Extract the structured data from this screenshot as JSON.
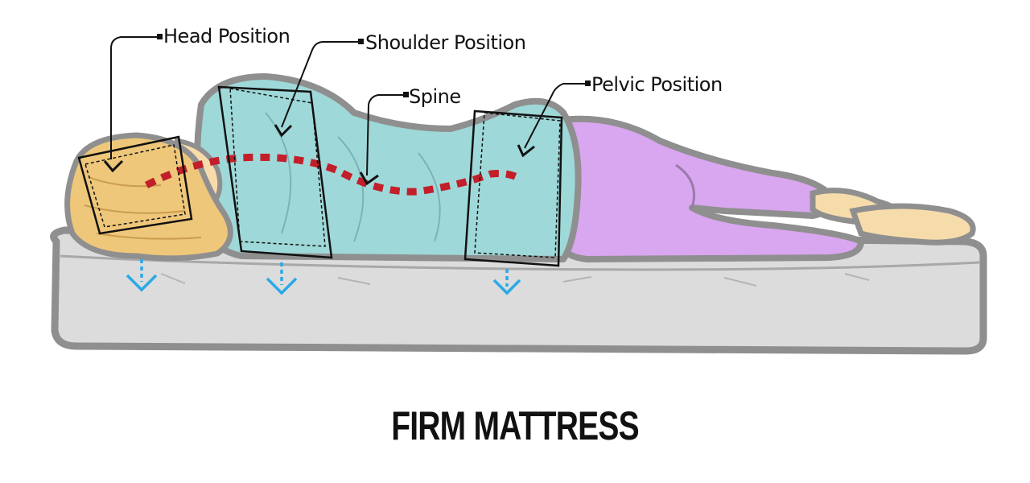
{
  "labels": {
    "head": "Head Position",
    "shoulder": "Shoulder Position",
    "spine": "Spine",
    "pelvic": "Pelvic Position"
  },
  "title": "FIRM MATTRESS",
  "colors": {
    "mattress": "#dcdcdc",
    "mattress_outline": "#8f8f8f",
    "shirt": "#9fd8d8",
    "pants": "#d9a6f0",
    "hair": "#efc77a",
    "skin": "#f6dcaa",
    "spine": "#c21f2a",
    "arrows": "#2aa9e8",
    "boxes": "#111111"
  },
  "icons": [
    "head-box",
    "shoulder-box",
    "pelvic-box",
    "pressure-arrow",
    "spine-curve"
  ]
}
